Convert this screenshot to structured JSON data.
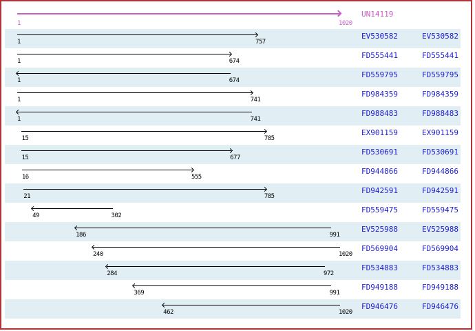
{
  "viewer": {
    "colors": {
      "frame_border": "#b03338",
      "band": "#e1eff5",
      "accession_text": "#1e1ecd",
      "reference_color": "#c45fc4",
      "sequence_color": "#000000"
    },
    "axis": {
      "min": 1,
      "max": 1020
    },
    "reference": {
      "id": "UN14119",
      "start": 1,
      "end": 1020,
      "direction": "right"
    },
    "rows": [
      {
        "id": "EV530582",
        "start": 1,
        "end": 757,
        "direction": "right"
      },
      {
        "id": "FD555441",
        "start": 1,
        "end": 674,
        "direction": "right"
      },
      {
        "id": "FD559795",
        "start": 1,
        "end": 674,
        "direction": "left"
      },
      {
        "id": "FD984359",
        "start": 1,
        "end": 741,
        "direction": "right"
      },
      {
        "id": "FD988483",
        "start": 1,
        "end": 741,
        "direction": "left"
      },
      {
        "id": "EX901159",
        "start": 15,
        "end": 785,
        "direction": "right"
      },
      {
        "id": "FD530691",
        "start": 15,
        "end": 677,
        "direction": "right"
      },
      {
        "id": "FD944866",
        "start": 16,
        "end": 555,
        "direction": "right"
      },
      {
        "id": "FD942591",
        "start": 21,
        "end": 785,
        "direction": "right"
      },
      {
        "id": "FD559475",
        "start": 49,
        "end": 302,
        "direction": "left"
      },
      {
        "id": "EV525988",
        "start": 186,
        "end": 991,
        "direction": "left"
      },
      {
        "id": "FD569904",
        "start": 240,
        "end": 1020,
        "direction": "left"
      },
      {
        "id": "FD534883",
        "start": 284,
        "end": 972,
        "direction": "left"
      },
      {
        "id": "FD949188",
        "start": 369,
        "end": 991,
        "direction": "left"
      },
      {
        "id": "FD946476",
        "start": 462,
        "end": 1020,
        "direction": "left"
      }
    ]
  }
}
